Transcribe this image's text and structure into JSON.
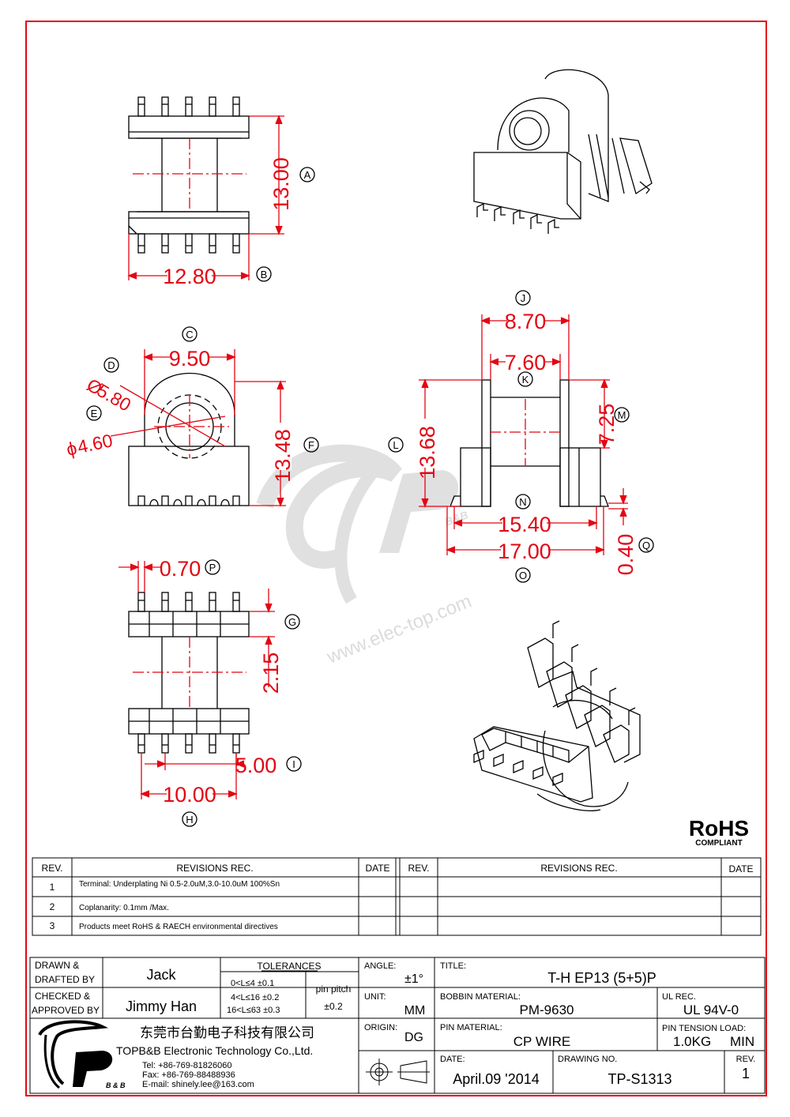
{
  "dimensions": {
    "A": "13.00",
    "B": "12.80",
    "C": "9.50",
    "D": "5.80",
    "E": "4.60",
    "F": "13.48",
    "G": "2.15",
    "H": "10.00",
    "I": "5.00",
    "J": "8.70",
    "K": "7.60",
    "L": "13.68",
    "M": "7.25",
    "N": "15.40",
    "O": "17.00",
    "P": "0.70",
    "Q": "0.40"
  },
  "labels": {
    "A": "A",
    "B": "B",
    "C": "C",
    "D": "D",
    "E": "E",
    "F": "F",
    "G": "G",
    "H": "H",
    "I": "I",
    "J": "J",
    "K": "K",
    "L": "L",
    "M": "M",
    "N": "N",
    "O": "O",
    "P": "P",
    "Q": "Q"
  },
  "dia_prefix": "Ø",
  "phi_prefix": "ϕ",
  "watermark": {
    "url": "www.elec-top.com",
    "bb": "B&B"
  },
  "rohs": {
    "logo": "RoHS",
    "sub": "COMPLIANT"
  },
  "revisions": {
    "headers": {
      "rev": "REV.",
      "rec": "REVISIONS    REC.",
      "date": "DATE"
    },
    "rows": [
      {
        "rev": "1",
        "text": "Terminal: Underplating Ni 0.5-2.0uM,3.0-10.0uM 100%Sn"
      },
      {
        "rev": "2",
        "text": "Coplanarity: 0.1mm /Max."
      },
      {
        "rev": "3",
        "text": "Products meet RoHS & RAECH environmental directives"
      }
    ]
  },
  "title_block": {
    "drawn_label_1": "DRAWN &",
    "drawn_label_2": "DRAFTED BY",
    "drawn_by": "Jack",
    "checked_label_1": "CHECKED &",
    "checked_label_2": "APPROVED BY",
    "approved_by": "Jimmy Han",
    "tolerances_label": "TOLERANCES",
    "tol_1": "0<L≤4   ±0.1",
    "tol_2": "4<L≤16  ±0.2",
    "tol_3": "16<L≤63 ±0.3",
    "pin_pitch_label": "pin pitch",
    "pin_pitch_tol": "±0.2",
    "angle_label": "ANGLE:",
    "angle_value": "±1°",
    "unit_label": "UNIT:",
    "unit_value": "MM",
    "origin_label": "ORIGIN:",
    "origin_value": "DG",
    "title_label": "TITLE:",
    "title_value": "T-H EP13 (5+5)P",
    "bobbin_label": "BOBBIN MATERIAL:",
    "bobbin_value": "PM-9630",
    "ul_label": "UL REC.",
    "ul_value": "UL 94V-0",
    "pin_material_label": "PIN MATERIAL:",
    "pin_material_value": "CP WIRE",
    "pin_tension_label": "PIN TENSION LOAD:",
    "pin_tension_value": "1.0KG",
    "pin_tension_min": "MIN",
    "date_label": "DATE:",
    "date_value": "April.09 '2014",
    "drawing_no_label": "DRAWING NO.",
    "drawing_no_value": "TP-S1313",
    "rev_label": "REV.",
    "rev_value": "1",
    "company_cn": "东莞市台勤电子科技有限公司",
    "company_en": "TOPB&B Electronic Technology Co.,Ltd.",
    "tel": "Tel: +86-769-81826060",
    "fax": "Fax: +86-769-88488936",
    "email": "E-mail: shinely.lee@163.com",
    "logo_bb": "B & B"
  }
}
